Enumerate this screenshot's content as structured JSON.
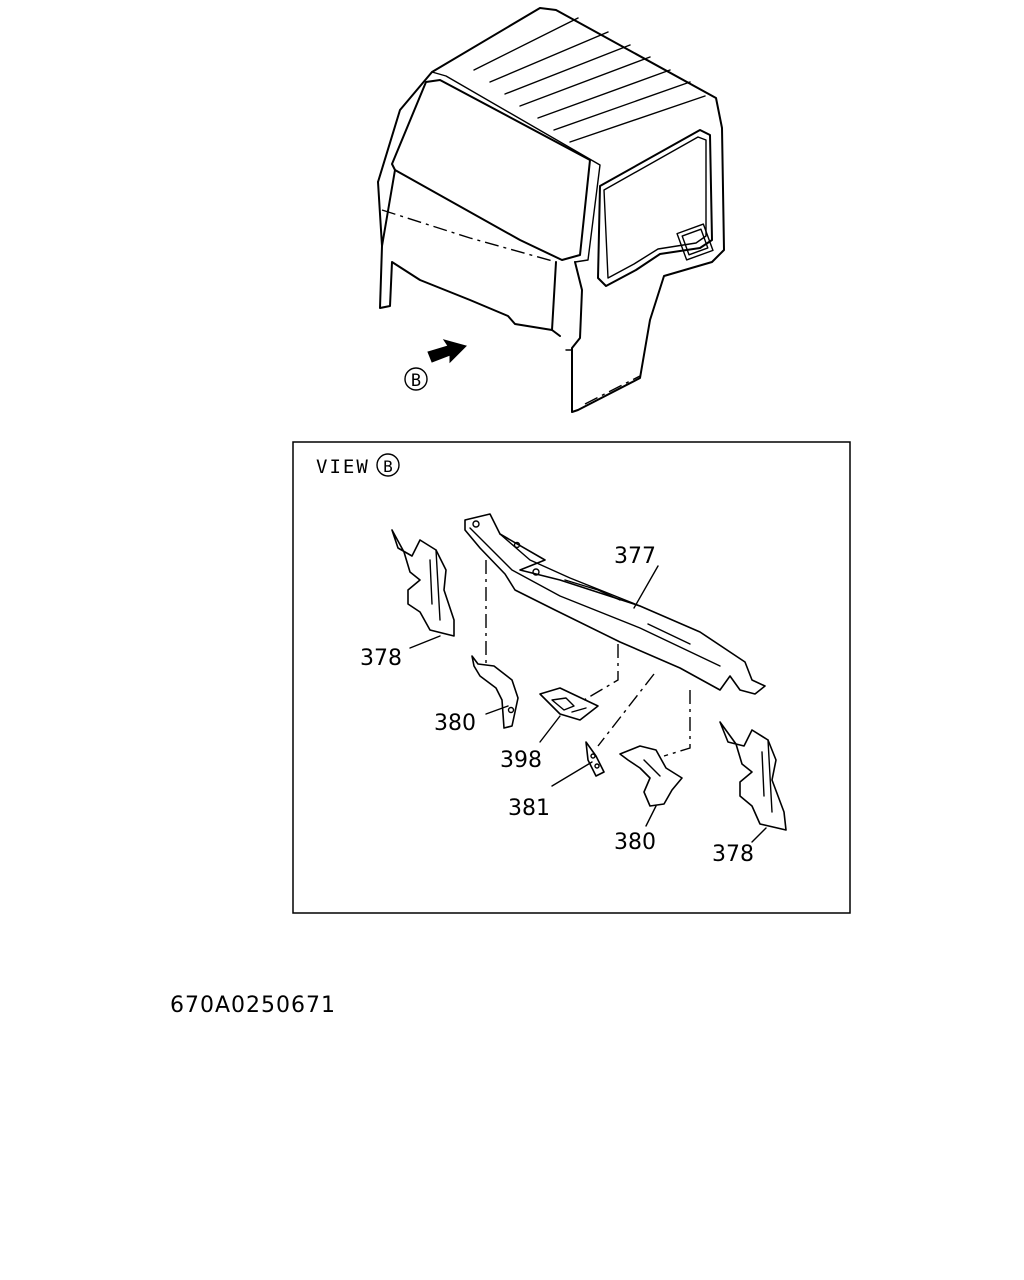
{
  "view": {
    "marker": "B",
    "title_prefix": "VIEW",
    "title_marker": "B"
  },
  "callouts": [
    {
      "id": "c377",
      "text": "377"
    },
    {
      "id": "c378a",
      "text": "378"
    },
    {
      "id": "c380a",
      "text": "380"
    },
    {
      "id": "c398",
      "text": "398"
    },
    {
      "id": "c381",
      "text": "381"
    },
    {
      "id": "c380b",
      "text": "380"
    },
    {
      "id": "c378b",
      "text": "378"
    }
  ],
  "drawing_number": "670A0250671"
}
